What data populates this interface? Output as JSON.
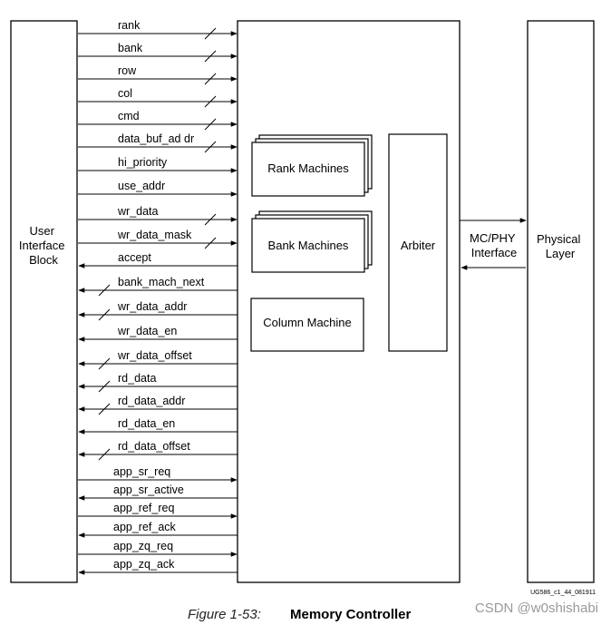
{
  "blocks": {
    "user_interface": "User\nInterface\nBlock",
    "rank_machines": "Rank Machines",
    "bank_machines": "Bank Machines",
    "column_machine": "Column Machine",
    "arbiter": "Arbiter",
    "mc_phy": "MC/PHY\nInterface",
    "physical_layer": "Physical\nLayer"
  },
  "signals": [
    {
      "name": "rank",
      "dir": "in",
      "bus": true
    },
    {
      "name": "bank",
      "dir": "in",
      "bus": true
    },
    {
      "name": "row",
      "dir": "in",
      "bus": true
    },
    {
      "name": "col",
      "dir": "in",
      "bus": true
    },
    {
      "name": "cmd",
      "dir": "in",
      "bus": true
    },
    {
      "name": "data_buf_ad dr",
      "dir": "in",
      "bus": true
    },
    {
      "name": "hi_priority",
      "dir": "in",
      "bus": false
    },
    {
      "name": "use_addr",
      "dir": "in",
      "bus": false
    },
    {
      "name": "wr_data",
      "dir": "in",
      "bus": true
    },
    {
      "name": "wr_data_mask",
      "dir": "in",
      "bus": true
    },
    {
      "name": "accept",
      "dir": "out",
      "bus": false
    },
    {
      "name": "bank_mach_next",
      "dir": "out",
      "bus": true
    },
    {
      "name": "wr_data_addr",
      "dir": "out",
      "bus": true
    },
    {
      "name": "wr_data_en",
      "dir": "out",
      "bus": false
    },
    {
      "name": "wr_data_offset",
      "dir": "out",
      "bus": true
    },
    {
      "name": "rd_data",
      "dir": "out",
      "bus": true
    },
    {
      "name": "rd_data_addr",
      "dir": "out",
      "bus": true
    },
    {
      "name": "rd_data_en",
      "dir": "out",
      "bus": false
    },
    {
      "name": "rd_data_offset",
      "dir": "out",
      "bus": true
    },
    {
      "name": "app_sr_req",
      "dir": "in",
      "bus": false
    },
    {
      "name": "app_sr_active",
      "dir": "out",
      "bus": false
    },
    {
      "name": "app_ref_req",
      "dir": "in",
      "bus": false
    },
    {
      "name": "app_ref_ack",
      "dir": "out",
      "bus": false
    },
    {
      "name": "app_zq_req",
      "dir": "in",
      "bus": false
    },
    {
      "name": "app_zq_ack",
      "dir": "out",
      "bus": false
    }
  ],
  "doc_id": "UG586_c1_44_081911",
  "caption": {
    "figure": "Figure 1-53:",
    "title": "Memory Controller"
  },
  "watermark": "CSDN @w0shishabi"
}
